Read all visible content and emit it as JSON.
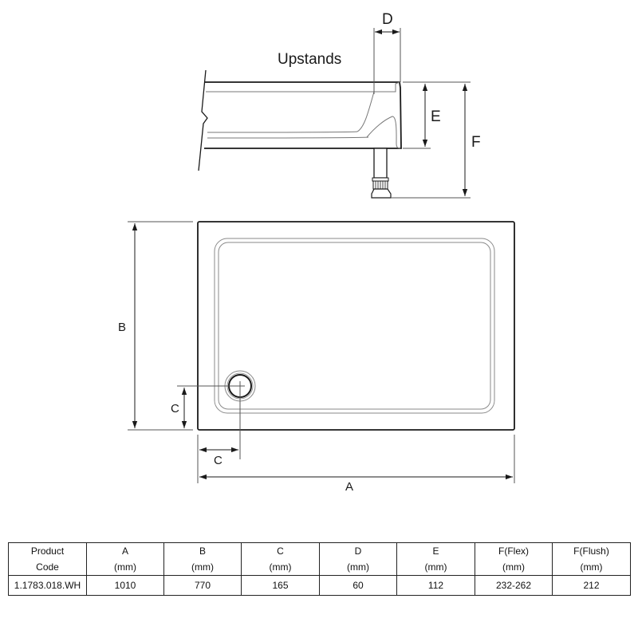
{
  "diagram": {
    "side_view": {
      "title": "Upstands",
      "labels": {
        "D": "D",
        "E": "E",
        "F": "F"
      }
    },
    "plan_view": {
      "labels": {
        "A": "A",
        "B": "B",
        "C_vertical": "C",
        "C_horizontal": "C"
      }
    },
    "colors": {
      "line": "#1a1a1a",
      "thin_line": "#555555",
      "inner_line": "#8a8a8a"
    }
  },
  "table": {
    "headers": [
      {
        "label": "Product",
        "unit": "Code"
      },
      {
        "label": "A",
        "unit": "(mm)"
      },
      {
        "label": "B",
        "unit": "(mm)"
      },
      {
        "label": "C",
        "unit": "(mm)"
      },
      {
        "label": "D",
        "unit": "(mm)"
      },
      {
        "label": "E",
        "unit": "(mm)"
      },
      {
        "label": "F(Flex)",
        "unit": "(mm)"
      },
      {
        "label": "F(Flush)",
        "unit": "(mm)"
      }
    ],
    "rows": [
      [
        "1.1783.018.WH",
        "1010",
        "770",
        "165",
        "60",
        "112",
        "232-262",
        "212"
      ]
    ]
  }
}
